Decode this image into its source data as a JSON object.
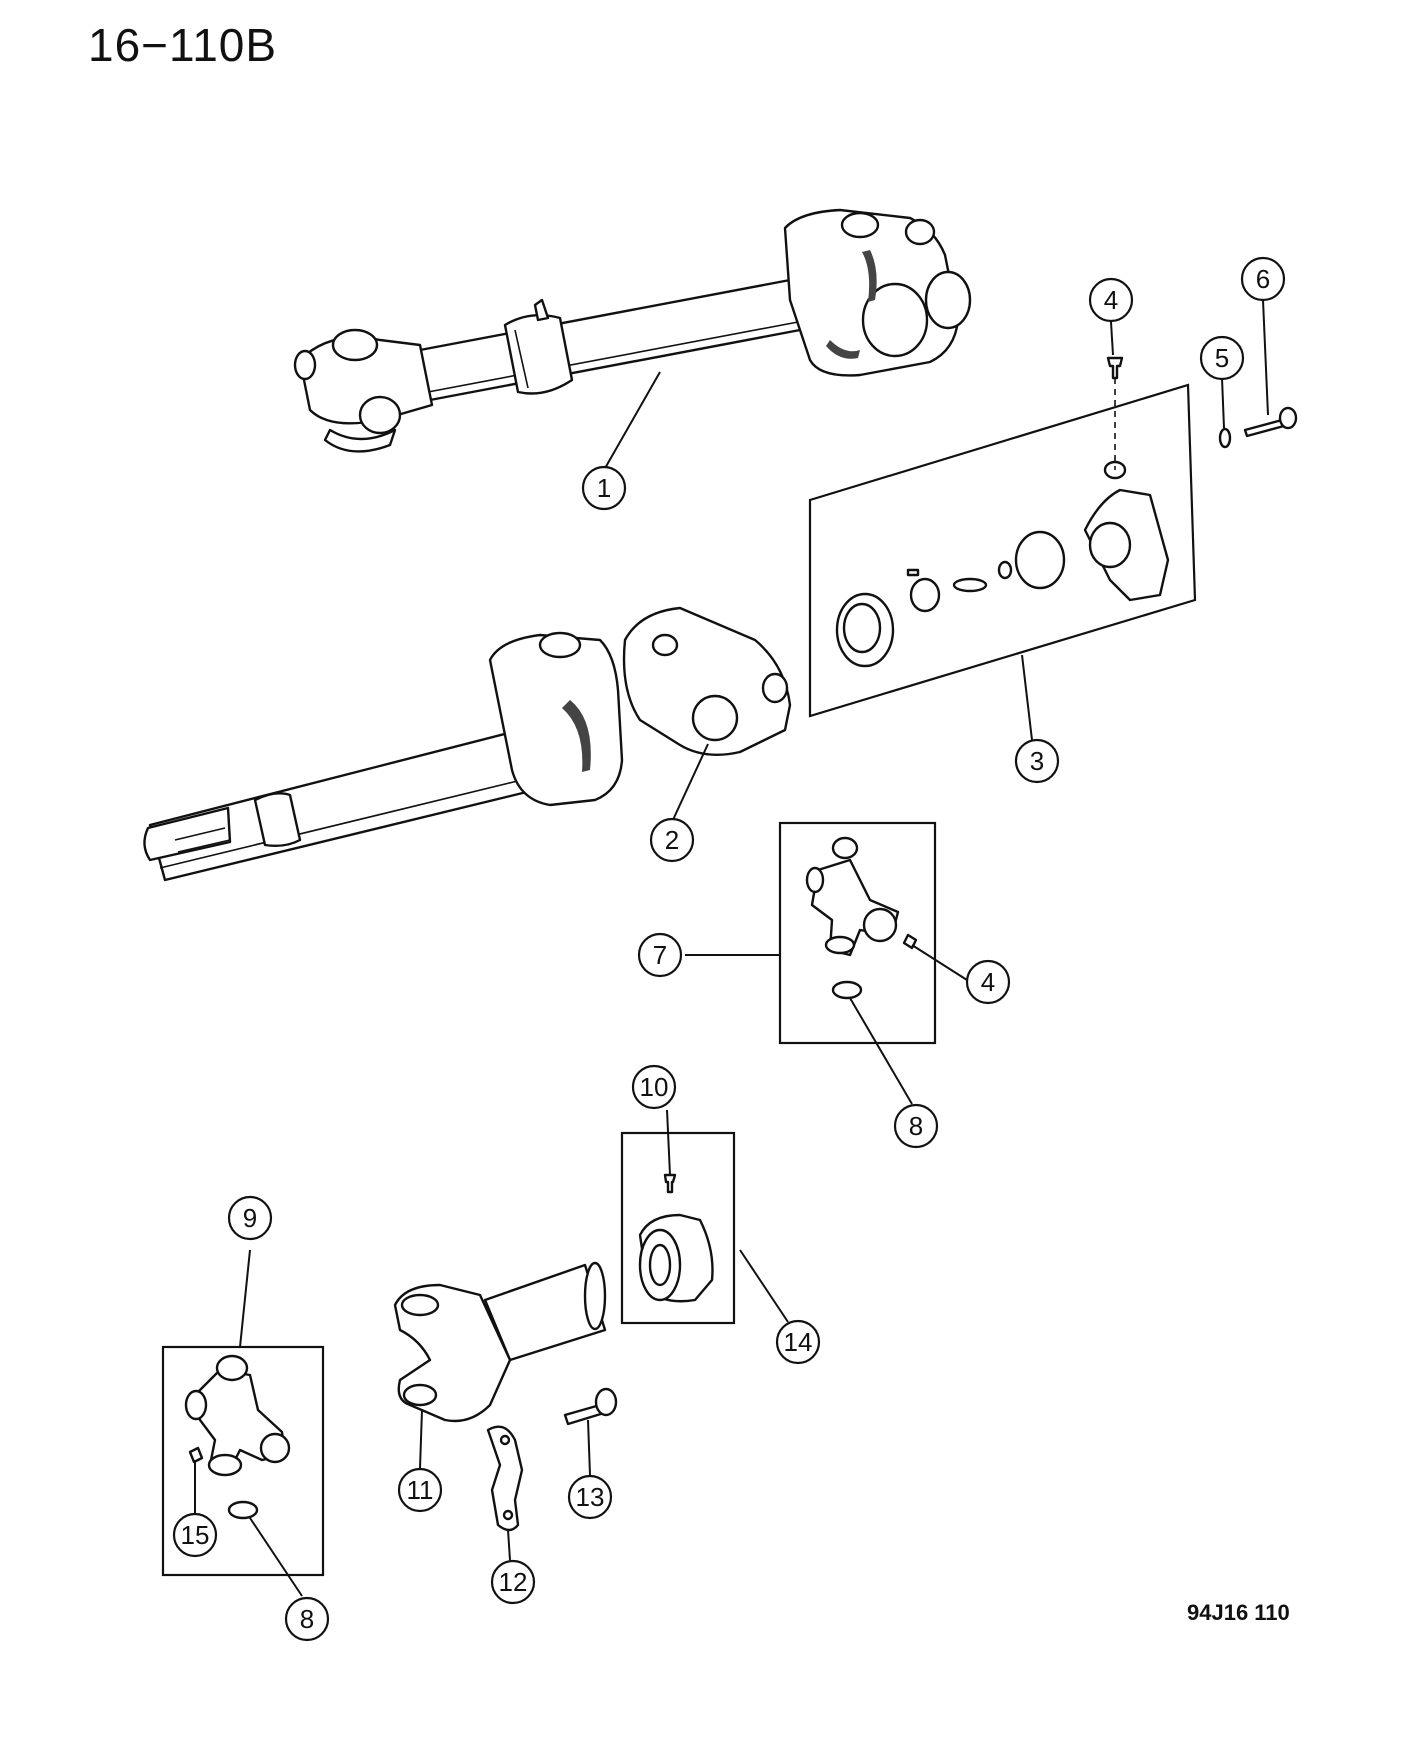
{
  "page_number": "16−110B",
  "figure_code": "94J16  110",
  "callouts": {
    "c1": "1",
    "c2": "2",
    "c3": "3",
    "c4a": "4",
    "c4b": "4",
    "c5": "5",
    "c6": "6",
    "c7": "7",
    "c8a": "8",
    "c8b": "8",
    "c9": "9",
    "c10": "10",
    "c11": "11",
    "c12": "12",
    "c13": "13",
    "c14": "14",
    "c15": "15"
  }
}
